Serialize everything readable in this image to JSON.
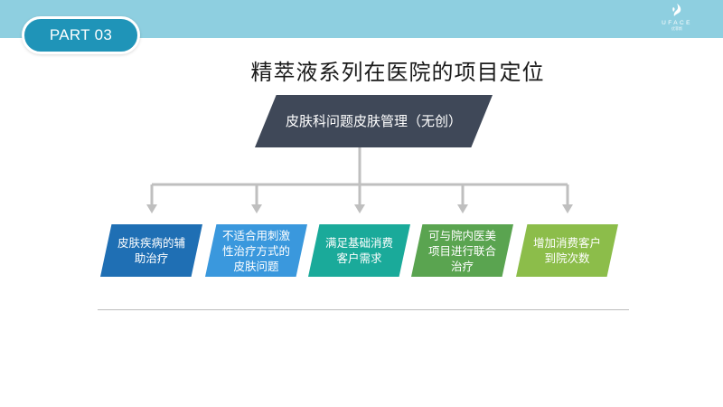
{
  "header": {
    "part_label": "PART 03",
    "logo": {
      "main": "UFACE",
      "sub": "优菲斯"
    },
    "band_color": "#8ecfe0"
  },
  "page_title": "精萃液系列在医院的项目定位",
  "diagram": {
    "root": {
      "label": "皮肤科问题皮肤管理（无创）",
      "color": "#3f4858"
    },
    "children": [
      {
        "label": "皮肤疾病的辅助治疗",
        "color": "#1f6fb4"
      },
      {
        "label": "不适合用刺激性治疗方式的皮肤问题",
        "color": "#3a98dd"
      },
      {
        "label": "满足基础消费客户需求",
        "color": "#1aaa9a"
      },
      {
        "label": "可与院内医美项目进行联合治疗",
        "color": "#5aa450"
      },
      {
        "label": "增加消费客户到院次数",
        "color": "#8cbd4a"
      }
    ],
    "connector_color": "#bfbfbf"
  }
}
